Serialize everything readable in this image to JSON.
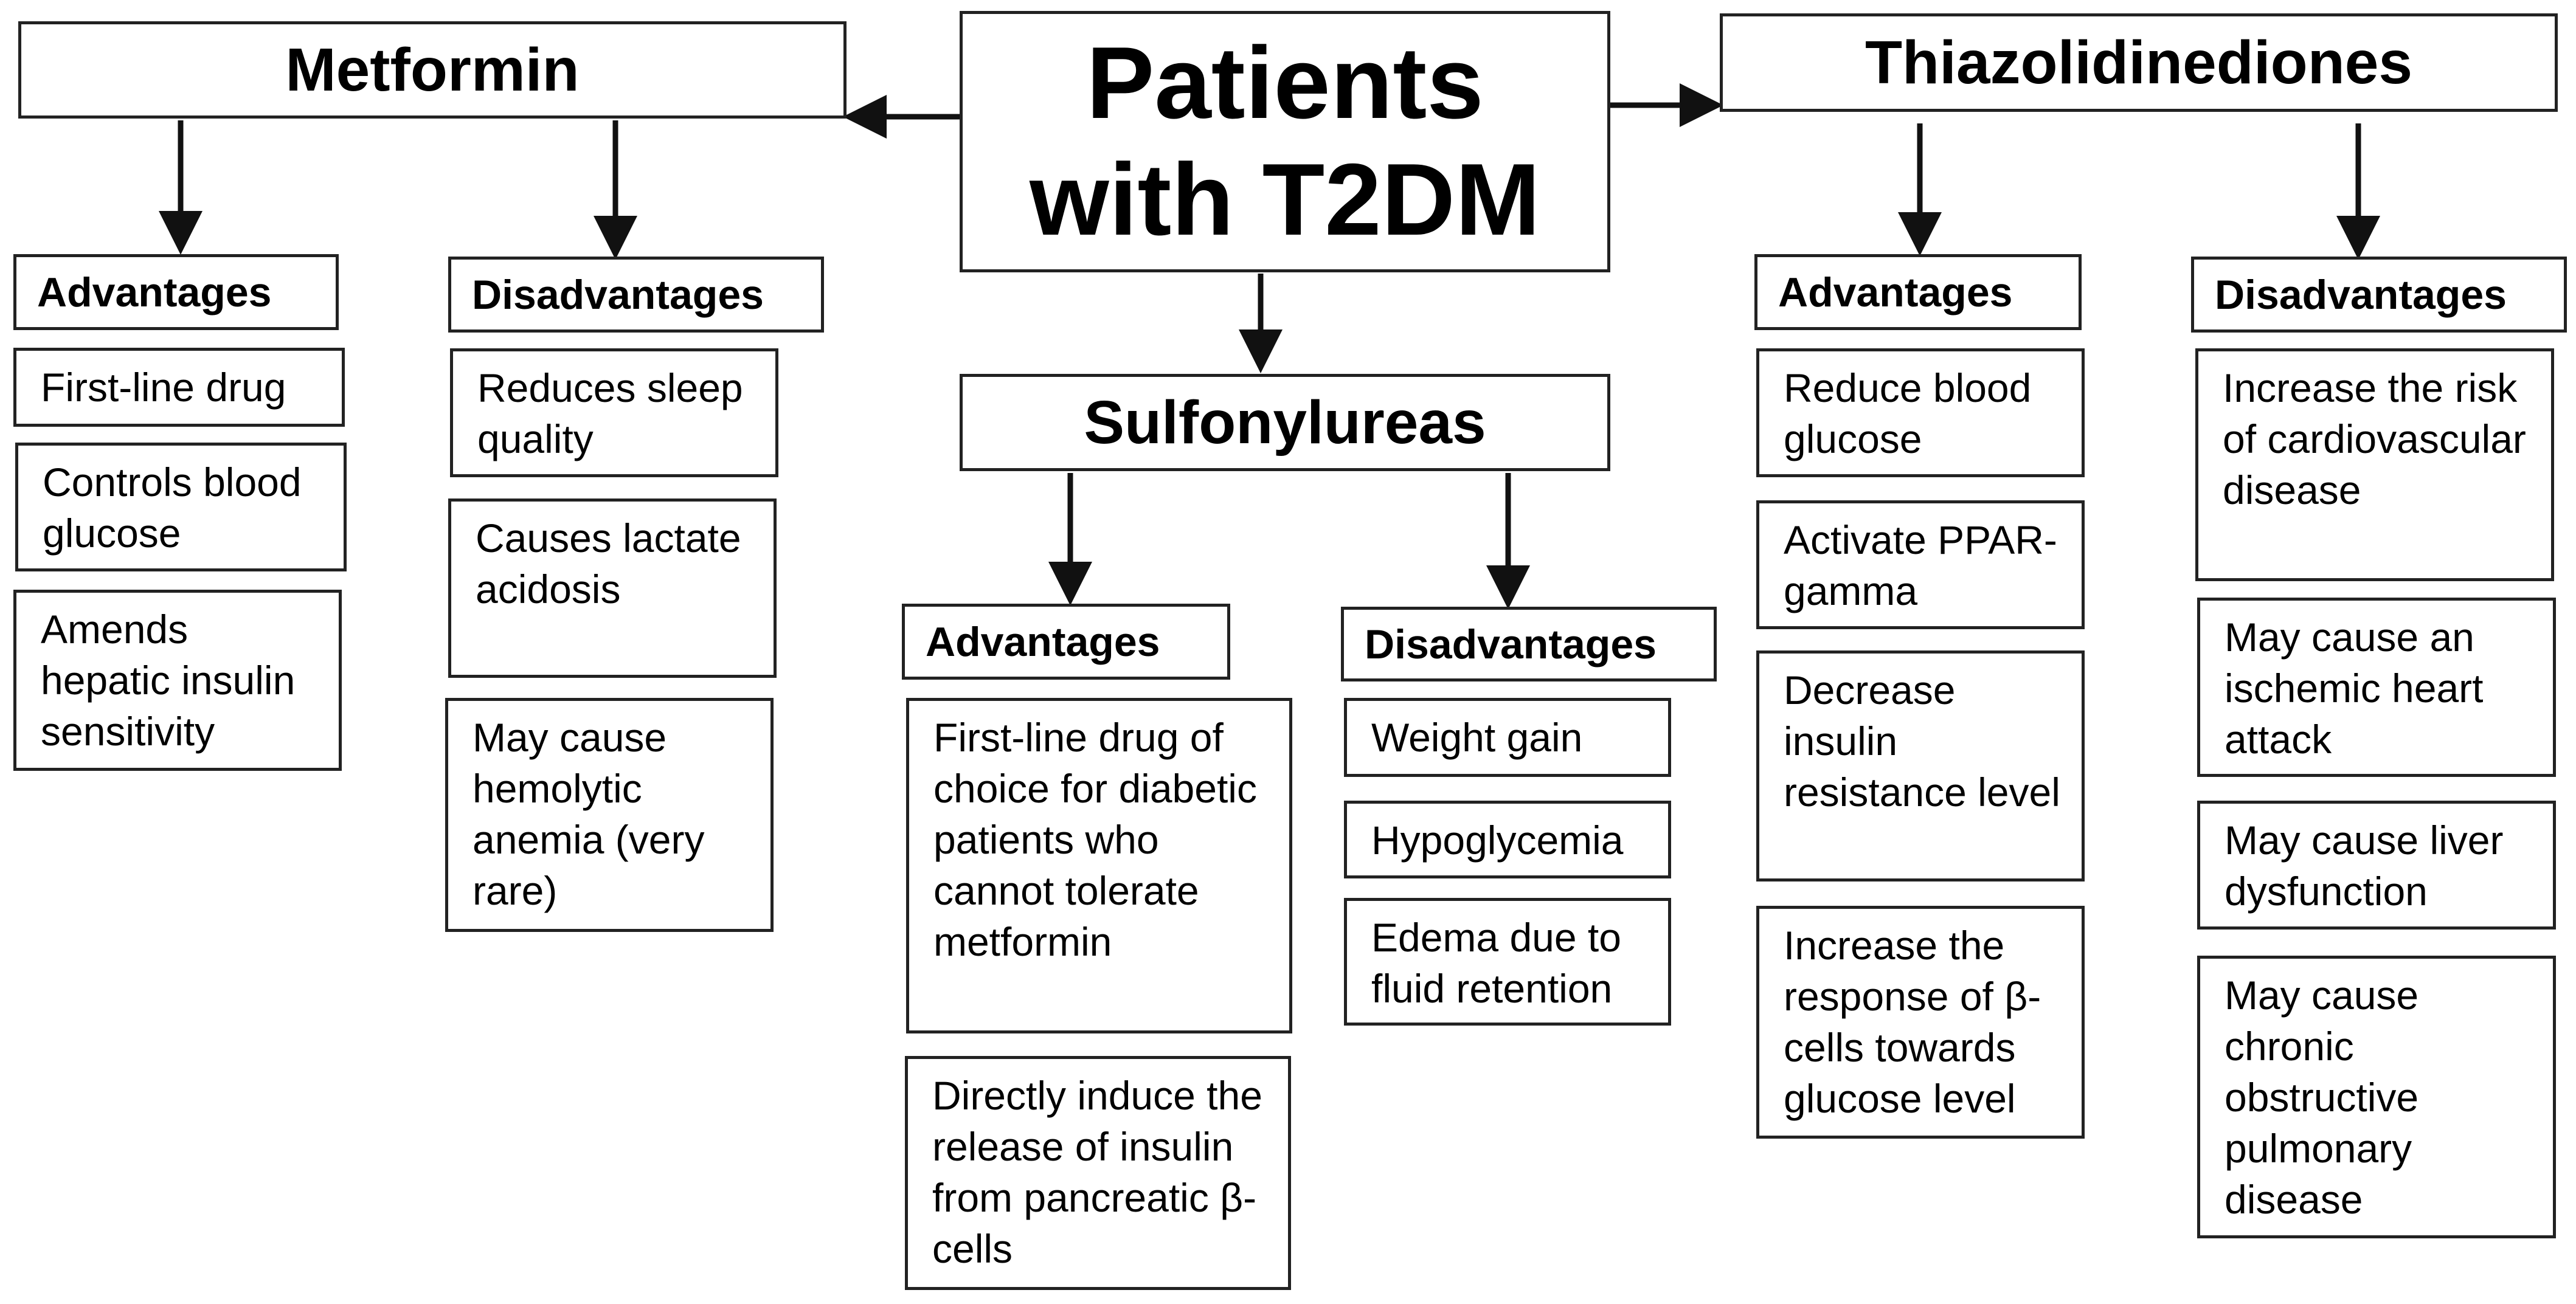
{
  "center": {
    "title_line1": "Patients",
    "title_line2": "with T2DM"
  },
  "metformin": {
    "title": "Metformin",
    "advantages_label": "Advantages",
    "advantages": [
      "First-line drug",
      "Controls blood glucose",
      "Amends hepatic insulin sensitivity"
    ],
    "disadvantages_label": "Disadvantages",
    "disadvantages": [
      "Reduces sleep quality",
      "Causes lactate acidosis",
      "May cause hemolytic anemia (very rare)"
    ]
  },
  "sulfonylureas": {
    "title": "Sulfonylureas",
    "advantages_label": "Advantages",
    "advantages": [
      "First-line drug of choice for diabetic patients who cannot tolerate metformin",
      "Directly induce the release of insulin from pancreatic β-cells"
    ],
    "disadvantages_label": "Disadvantages",
    "disadvantages": [
      "Weight gain",
      "Hypoglycemia",
      "Edema due to fluid retention"
    ]
  },
  "thiazolidinediones": {
    "title": "Thiazolidinediones",
    "advantages_label": "Advantages",
    "advantages": [
      "Reduce blood glucose",
      "Activate PPAR-gamma",
      "Decrease insulin resistance level",
      "Increase the response of β-cells towards glucose level"
    ],
    "disadvantages_label": "Disadvantages",
    "disadvantages": [
      "Increase the risk of cardiovascular disease",
      "May cause an ischemic heart attack",
      "May cause liver dysfunction",
      "May cause chronic obstructive pulmonary disease"
    ]
  }
}
